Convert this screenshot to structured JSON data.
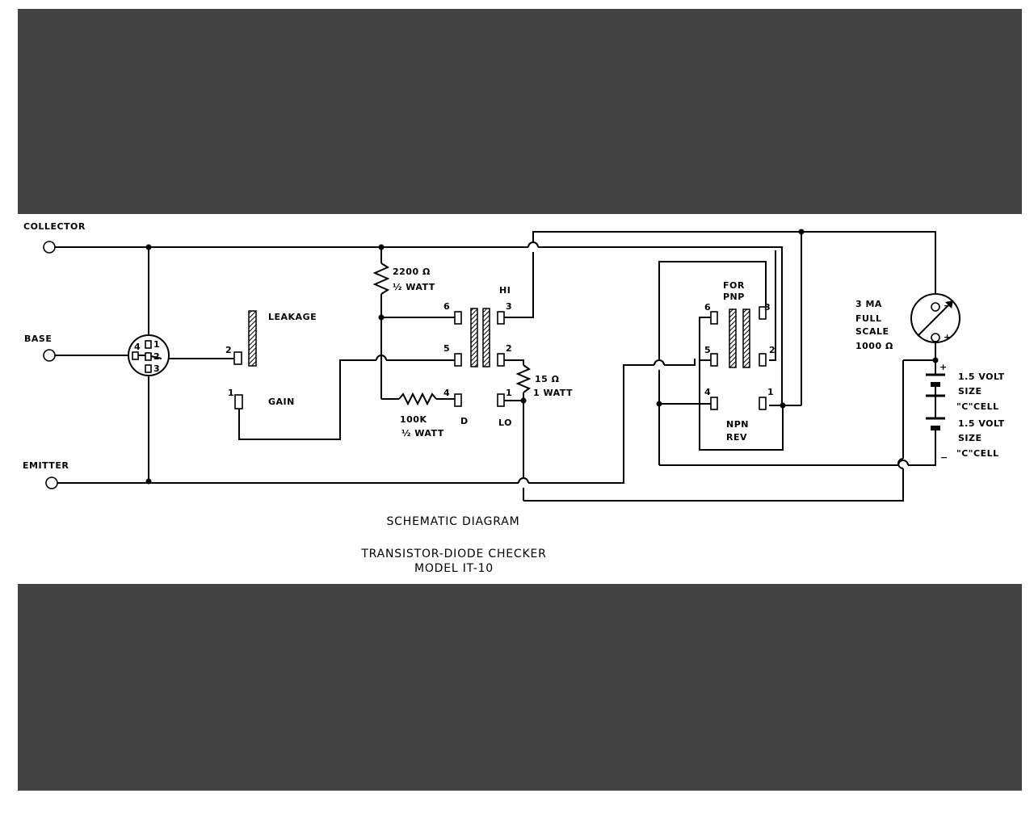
{
  "terminals": {
    "collector": "COLLECTOR",
    "base": "BASE",
    "emitter": "EMITTER"
  },
  "socket_pins": [
    "1",
    "2",
    "3",
    "4"
  ],
  "switch1": {
    "leakage": "LEAKAGE",
    "gain": "GAIN",
    "pos1": "1",
    "pos2": "2"
  },
  "resistors": {
    "r2200": {
      "value": "2200 Ω",
      "power": "½ WATT"
    },
    "r100k": {
      "value": "100K",
      "power": "½ WATT"
    },
    "r15": {
      "value": "15 Ω",
      "power": "1 WATT"
    }
  },
  "switch2": {
    "hi": "HI",
    "lo": "LO",
    "d": "D",
    "pins": [
      "1",
      "2",
      "3",
      "4",
      "5",
      "6"
    ]
  },
  "switch3": {
    "label_top": "FOR",
    "label_top2": "PNP",
    "label_bottom": "NPN",
    "label_bottom2": "REV",
    "pins": [
      "1",
      "2",
      "3",
      "4",
      "5",
      "6"
    ]
  },
  "meter": {
    "line1": "3 MA",
    "line2": "FULL",
    "line3": "SCALE",
    "line4": "1000 Ω",
    "minus": "−",
    "plus": "+"
  },
  "batteries": [
    {
      "voltage": "1.5 VOLT",
      "size": "SIZE",
      "cell": "\"C\"CELL"
    },
    {
      "voltage": "1.5 VOLT",
      "size": "SIZE",
      "cell": "\"C\"CELL"
    }
  ],
  "battery_signs": {
    "plus": "+",
    "minus": "−"
  },
  "captions": {
    "schematic": "SCHEMATIC DIAGRAM",
    "title": "TRANSISTOR-DIODE CHECKER",
    "model": "MODEL IT-10"
  }
}
